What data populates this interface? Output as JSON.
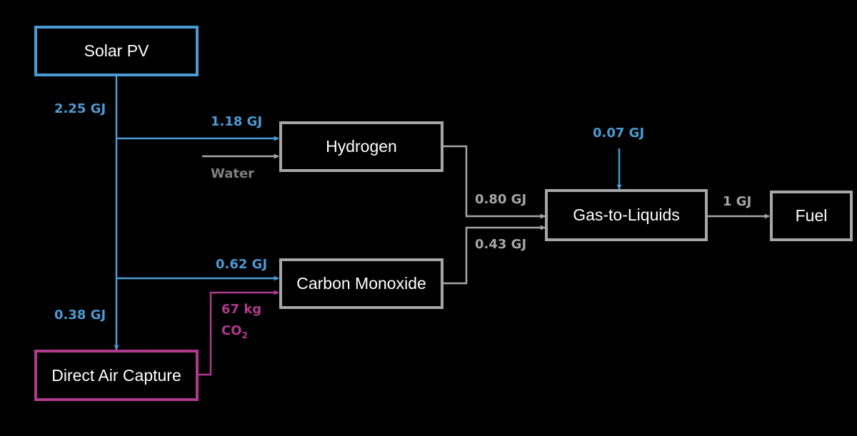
{
  "colors": {
    "background": "#000000",
    "electricity_blue": "#4a9bd4",
    "material_gray": "#a6a6a6",
    "co2_magenta": "#b03a8c",
    "text_white": "#ffffff"
  },
  "nodes": {
    "solar_pv": "Solar PV",
    "hydrogen": "Hydrogen",
    "carbon_monoxide": "Carbon Monoxide",
    "gas_to_liquids": "Gas-to-Liquids",
    "fuel": "Fuel",
    "direct_air_capture": "Direct Air Capture"
  },
  "flows": {
    "solar_total": "2.25 GJ",
    "to_hydrogen": "1.18 GJ",
    "water_input": "Water",
    "to_carbon_monoxide": "0.62 GJ",
    "to_direct_air_capture": "0.38 GJ",
    "co2_amount": "67 kg",
    "co2_label_main": "CO",
    "co2_label_sub": "2",
    "hydrogen_to_gtl": "0.80 GJ",
    "co_to_gtl": "0.43 GJ",
    "gtl_energy_input": "0.07 GJ",
    "gtl_to_fuel": "1 GJ"
  }
}
